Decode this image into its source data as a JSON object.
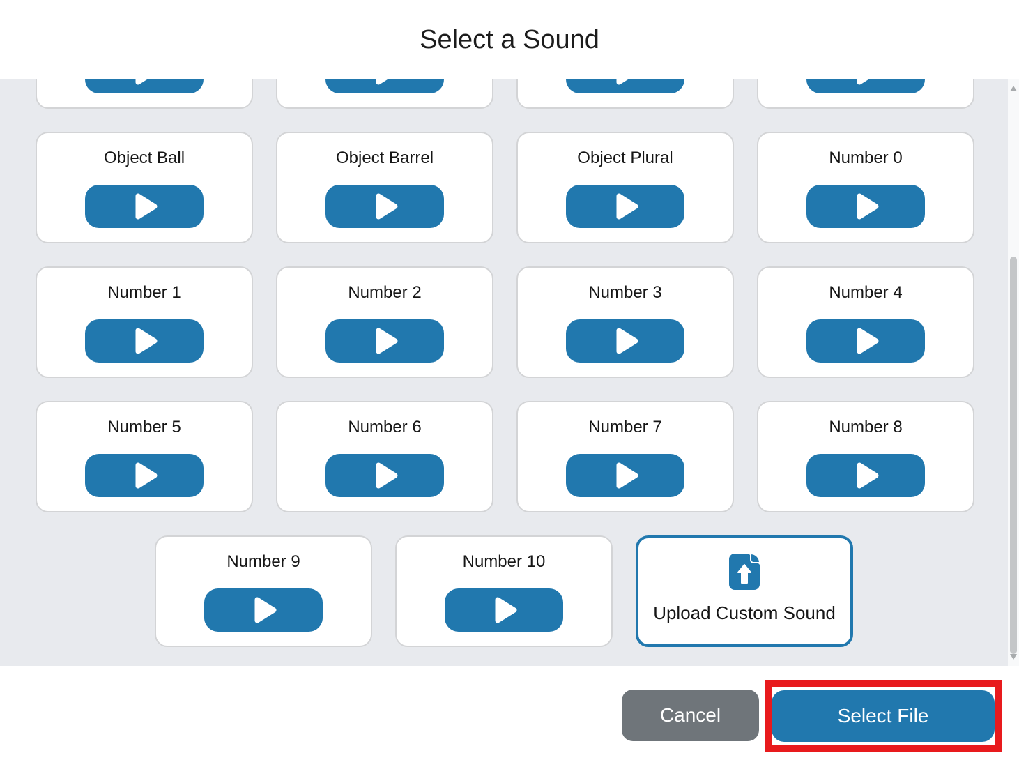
{
  "dialog": {
    "title": "Select a Sound",
    "grid": {
      "rows": [
        {
          "type": "partial",
          "items": [
            {
              "label": ""
            },
            {
              "label": ""
            },
            {
              "label": ""
            },
            {
              "label": ""
            }
          ]
        },
        {
          "type": "full",
          "items": [
            {
              "label": "Object Ball"
            },
            {
              "label": "Object Barrel"
            },
            {
              "label": "Object Plural"
            },
            {
              "label": "Number 0"
            }
          ]
        },
        {
          "type": "full",
          "items": [
            {
              "label": "Number 1"
            },
            {
              "label": "Number 2"
            },
            {
              "label": "Number 3"
            },
            {
              "label": "Number 4"
            }
          ]
        },
        {
          "type": "full",
          "items": [
            {
              "label": "Number 5"
            },
            {
              "label": "Number 6"
            },
            {
              "label": "Number 7"
            },
            {
              "label": "Number 8"
            }
          ]
        },
        {
          "type": "centered",
          "items": [
            {
              "label": "Number 9"
            },
            {
              "label": "Number 10"
            }
          ],
          "upload": {
            "label": "Upload Custom Sound"
          }
        }
      ]
    },
    "footer": {
      "cancel_label": "Cancel",
      "select_file_label": "Select File"
    },
    "colors": {
      "accent_blue": "#2178ae",
      "cancel_gray": "#6f757a",
      "highlight_red": "#e81a1d",
      "grid_bg": "#e8eaee"
    }
  }
}
